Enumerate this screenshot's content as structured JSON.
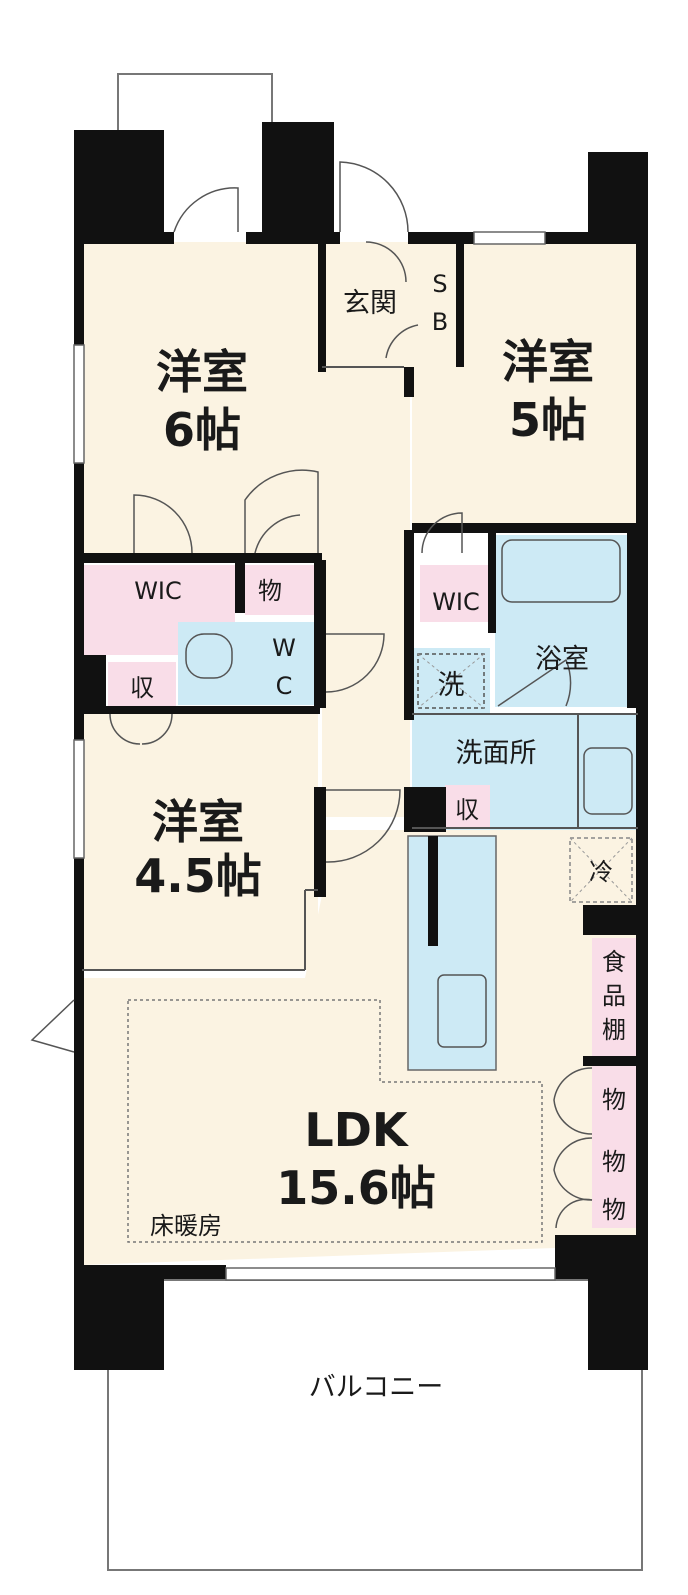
{
  "colors": {
    "wall": "#111111",
    "room": "#fbf3e2",
    "storage": "#f9dde8",
    "wet": "#cdeaf5",
    "outline": "#555555"
  },
  "rooms": {
    "western_6": {
      "name": "洋室",
      "size": "6帖"
    },
    "western_5": {
      "name": "洋室",
      "size": "5帖"
    },
    "western_45": {
      "name": "洋室",
      "size": "4.5帖"
    },
    "ldk": {
      "name": "LDK",
      "size": "15.6帖",
      "floor_heating": "床暖房"
    },
    "entrance": "玄関",
    "shoe_box": [
      "S",
      "B"
    ],
    "wic_left": "WIC",
    "wic_right": "WIC",
    "storage_small": "物",
    "toilet": [
      "W",
      "C"
    ],
    "closet_left": "収",
    "closet_wash": "収",
    "washer": "洗",
    "bath": "浴室",
    "washroom": "洗面所",
    "fridge": "冷",
    "pantry": [
      "食",
      "品",
      "棚"
    ],
    "storage_ldk": [
      "物",
      "物",
      "物"
    ],
    "balcony": "バルコニー"
  }
}
